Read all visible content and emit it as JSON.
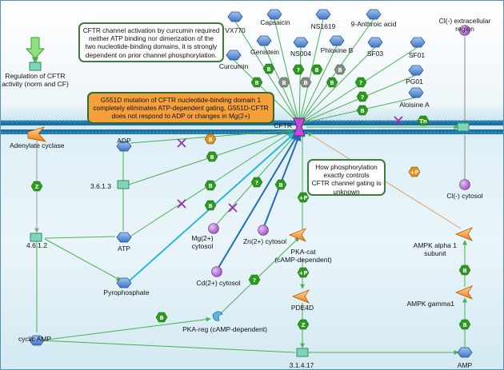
{
  "notes": [
    {
      "lines": [
        "CFTR channel activation by curcumin required",
        "neither ATP binding nor dimerization of the",
        "two nucleotide-binding domains, it is strongly",
        "dependent on prior channel phosphorylation."
      ]
    },
    {
      "lines": [
        "G551D mutation of CFTR nucleotide-binding domain 1",
        "completely eliminates ATP-dependent gating, G551D-CFTR",
        "does not respond to ADP or changes in Mg(2+)"
      ]
    },
    {
      "lines": [
        "How phosphorylation",
        "exactly controls",
        "CFTR channel gating is",
        "unknown"
      ]
    }
  ],
  "nodes": {
    "vx770": "VX770",
    "capsaicin": "Capsaicin",
    "ns1619": "NS1619",
    "anthroic": "9-Anthroic acid",
    "genistein": "Genistein",
    "ns004": "NS004",
    "phloxine": "Phloxine B",
    "sf03": "SF03",
    "sf01": "SF01",
    "curcumin": "Curcumin",
    "pg01": "PG01",
    "aloisine": "Aloisine A",
    "cl_extra": [
      "Cl(-) extracellular",
      "region"
    ],
    "cl_cyto": "Cl(-) cytosol",
    "regulation": [
      "Regulation of CFTR",
      "activity (norm and CF)"
    ],
    "cftr": "CFTR",
    "adenylate": "Adenylate cyclase",
    "adp": "ADP",
    "e3613": "3.6.1.3",
    "e4612": "4.6.1.2",
    "atp": "ATP",
    "pyrophosphate": "Pyrophosphate",
    "mg": [
      "Mg(2+)",
      "cytosol"
    ],
    "zn": "Zn(2+) cytosol",
    "cd": "Cd(2+) cytosol",
    "pka_cat": [
      "PKA-cat",
      "(cAMP-dependent)"
    ],
    "pde4d": "PDE4D",
    "pka_reg": "PKA-reg (cAMP-dependent)",
    "camp": "cyclic AMP",
    "e31417": "3.1.4.17",
    "amp": "AMP",
    "ampk_a1": [
      "AMPK alpha 1",
      "subunit"
    ],
    "ampk_g1": "AMPK gamma1"
  },
  "edge_markers": {
    "binding": "B",
    "question": "?",
    "z": "Z",
    "plus_p": "+P",
    "transport": "Tn"
  },
  "colors": {
    "compound": "#3f74c7",
    "metal_ion": "#9a4fc0",
    "marker_green": "#2b9b1e",
    "marker_orange": "#f08b10",
    "marker_gray": "#8a8a8a",
    "membrane": "#1b6e9e",
    "arrow_green": "#4caf50",
    "arrow_blue": "#1f6fb8",
    "arrow_cyan": "#29b8d8",
    "inhibit": "#9b2fb3"
  }
}
